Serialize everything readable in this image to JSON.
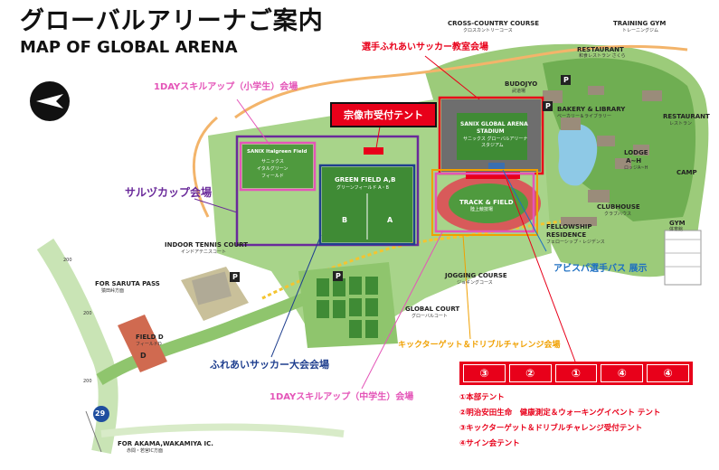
{
  "title_jp": "グローバルアリーナご案内",
  "title_en": "MAP OF GLOBAL ARENA",
  "callouts": {
    "sumday_elem": "1DAYスキルアップ（小学生）会場",
    "soccer_school": "選手ふれあいサッカー教室会場",
    "munakata_tent": "宗像市受付テント",
    "saruzu_cup": "サルヅカップ会場",
    "fureai_soccer": "ふれあいサッカー大会会場",
    "sumday_junior": "1DAYスキルアップ（中学生）会場",
    "kick_target": "キックターゲット＆ドリブルチャレンジ会場",
    "avispa_bus": "アビスパ選手バス 展示"
  },
  "places": {
    "cross_country": "CROSS-COUNTRY COURSE",
    "cross_country_jp": "クロスカントリーコース",
    "training_gym": "TRAINING GYM",
    "training_gym_jp": "トレーニングジム",
    "restaurant_top": "RESTAURANT",
    "restaurant_top_jp": "和食レストラン さくら",
    "budojyo": "BUDOJYO",
    "budojyo_jp": "武道場",
    "bakery": "BAKERY & LIBRARY",
    "bakery_jp": "ベーカリー＆ライブラリー",
    "restaurant": "RESTAURANT",
    "restaurant_jp": "レストラン",
    "lodge": "LODGE",
    "lodge_ah": "A~H",
    "lodge_jp": "ロッジA~H",
    "camp": "CAMP",
    "clubhouse": "CLUBHOUSE",
    "clubhouse_jp": "クラブハウス",
    "fellowship": "FELLOWSHIP",
    "residence": "RESIDENCE",
    "residence_jp": "フェローシップ・レジデンス",
    "gym": "GYM",
    "gym_jp": "体育館",
    "stadium_1": "SANIX GLOBAL ARENA",
    "stadium_2": "STADIUM",
    "stadium_jp": "サニックス グローバルアリーナ",
    "stadium_jp2": "スタジアム",
    "italgreen_en": "SANIX Italgreen Field",
    "italgreen_jp1": "サニックス",
    "italgreen_jp2": "イタルグリーン",
    "italgreen_jp3": "フィールド",
    "green_field": "GREEN FIELD A,B",
    "green_field_jp": "グリーンフィールド A・B",
    "field_b": "B",
    "field_a": "A",
    "track": "TRACK & FIELD",
    "track_jp": "陸上競技場",
    "indoor_tennis": "INDOOR TENNIS COURT",
    "indoor_tennis_jp": "インドアテニスコート",
    "jogging": "JOGGING COURSE",
    "jogging_jp": "ジョギングコース",
    "global_court": "GLOBAL COURT",
    "global_court_jp": "グローバルコート",
    "saruta": "FOR SARUTA PASS",
    "saruta_jp": "猿田峠方面",
    "field_d": "FIELD D",
    "field_d_jp": "フィールドD",
    "field_d_letter": "D",
    "akama": "FOR AKAMA,WAKAMIYA IC.",
    "akama_jp": "赤間・若宮IC方面",
    "route": "29",
    "road_num_1": "200",
    "road_num_2": "200",
    "road_num_3": "200",
    "parking": "P"
  },
  "tents": [
    "③",
    "②",
    "①",
    "④",
    "④"
  ],
  "legend": [
    "①本部テント",
    "②明治安田生命　健康測定＆ウォーキングイベント テント",
    "③キックターゲット＆ドリブルチャレンジ受付テント",
    "④サイン会テント"
  ],
  "colors": {
    "red": "#e8001a",
    "pink": "#e455b8",
    "purple": "#6a2a9a",
    "navy": "#1f3f8f",
    "orange": "#f0a000",
    "blue": "#1d6fc2",
    "grass": "#7fbf5a",
    "field": "#4f9a3e",
    "route_badge": "#1f4e9f"
  }
}
